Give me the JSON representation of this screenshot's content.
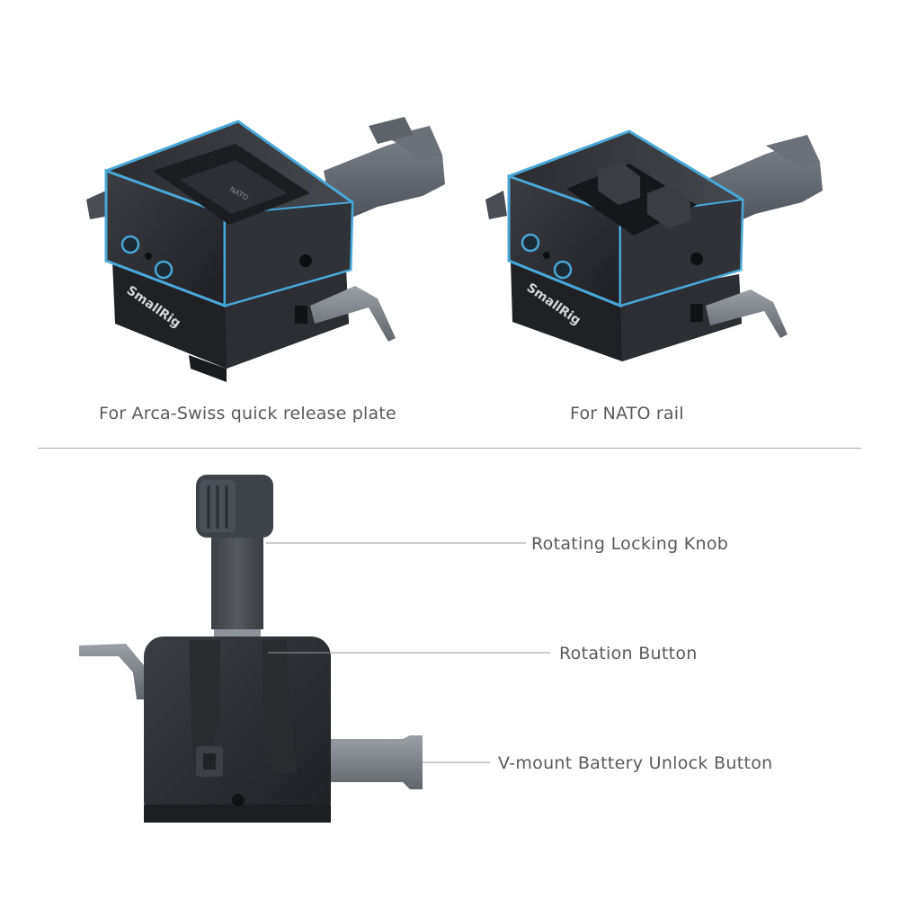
{
  "top": {
    "left_caption": "For Arca-Swiss quick release plate",
    "right_caption": "For NATO rail"
  },
  "product": {
    "brand_mark": "SmallRig",
    "plate_engraving": "NATO"
  },
  "callouts": {
    "knob": "Rotating Locking Knob",
    "rotation": "Rotation Button",
    "unlock": "V-mount Battery Unlock Button"
  },
  "colors": {
    "accent": "#4aa8d8",
    "body": "#2b2d31",
    "metal": "#5a6068"
  }
}
